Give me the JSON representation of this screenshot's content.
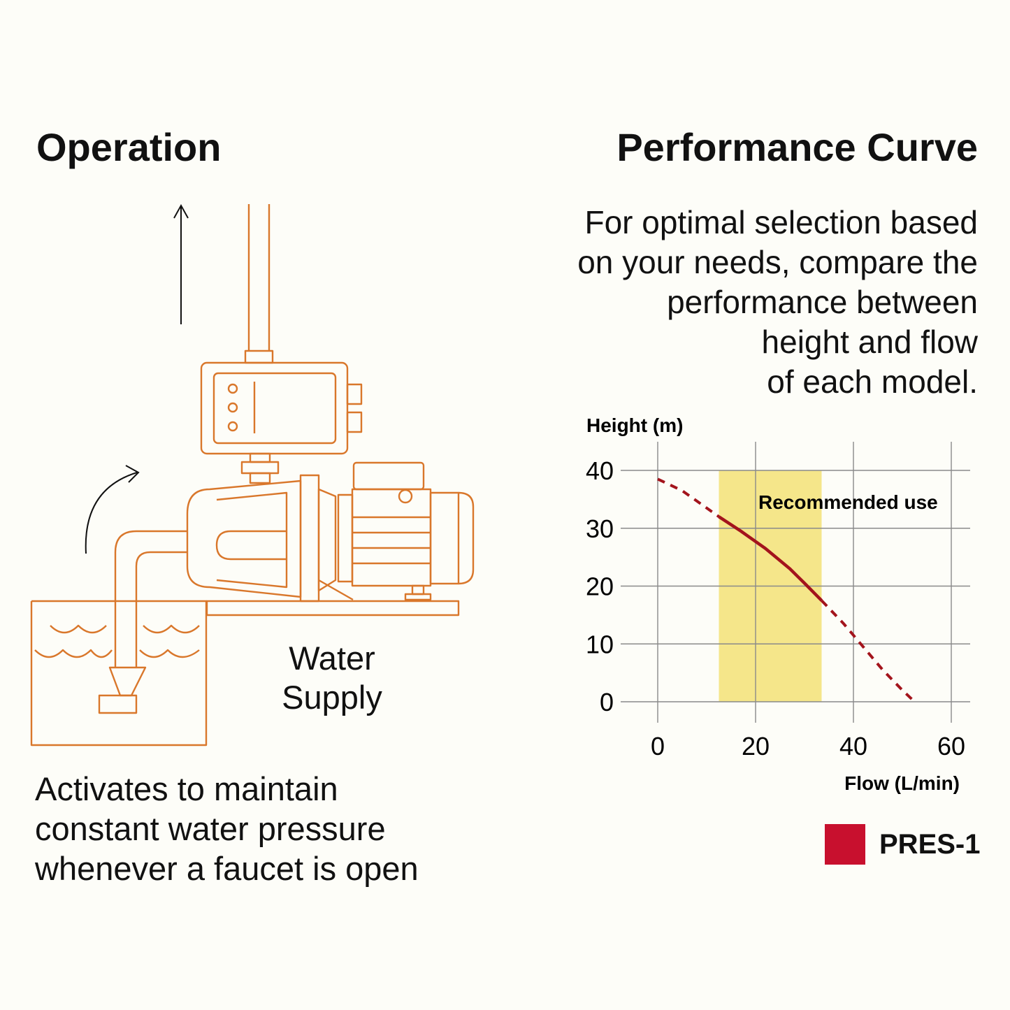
{
  "operation": {
    "title": "Operation",
    "supply_label": [
      "Water",
      "Supply"
    ],
    "caption": [
      "Activates to maintain",
      "constant water pressure",
      "whenever a faucet is open"
    ]
  },
  "performance": {
    "title": "Performance Curve",
    "intro": [
      "For optimal selection based",
      "on your needs, compare the",
      "performance between",
      "height and flow",
      "of each model."
    ]
  },
  "colors": {
    "illustration_stroke": "#d9772b",
    "curve": "#a3141c",
    "recommended_band": "#f5e68a",
    "legend_swatch": "#c8102e"
  },
  "chart_data": {
    "type": "line",
    "title": "",
    "xlabel": "Flow (L/min)",
    "ylabel": "Height (m)",
    "xlim": [
      0,
      60
    ],
    "ylim": [
      0,
      40
    ],
    "xticks": [
      0,
      20,
      40,
      60
    ],
    "yticks": [
      0,
      10,
      20,
      30,
      40
    ],
    "grid": true,
    "band": {
      "label": "Recommended use",
      "x": [
        12.5,
        33.5
      ]
    },
    "series": [
      {
        "name": "PRES-1",
        "x": [
          0,
          5,
          10,
          12.5,
          17,
          22,
          27,
          30,
          33.5,
          38,
          42,
          46,
          50,
          52.5
        ],
        "y": [
          38.5,
          36.5,
          33.5,
          32,
          29.5,
          26.5,
          23,
          20.5,
          17.5,
          13.5,
          9.5,
          5.5,
          2,
          0
        ],
        "solid_range": [
          12.5,
          33.5
        ]
      }
    ],
    "legend": "bottom-right"
  }
}
